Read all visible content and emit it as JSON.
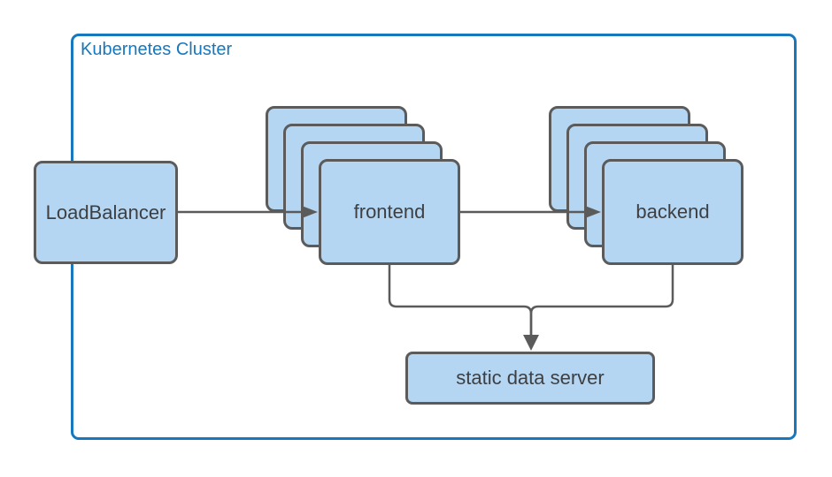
{
  "cluster": {
    "label": "Kubernetes Cluster"
  },
  "nodes": {
    "loadbalancer": {
      "label": "LoadBalancer"
    },
    "frontend": {
      "label": "frontend",
      "stack_count": 4
    },
    "backend": {
      "label": "backend",
      "stack_count": 4
    },
    "static_server": {
      "label": "static data server"
    }
  },
  "edges": [
    {
      "from": "loadbalancer",
      "to": "frontend",
      "arrow": true
    },
    {
      "from": "frontend",
      "to": "backend",
      "arrow": true
    },
    {
      "from": "frontend",
      "to": "static_server",
      "arrow": true
    },
    {
      "from": "backend",
      "to": "static_server",
      "arrow": true
    }
  ],
  "colors": {
    "cluster_border": "#1778BD",
    "cluster_label": "#1778BD",
    "node_fill": "#B5D6F2",
    "node_border": "#5B5B5B",
    "connector": "#5B5B5B",
    "node_label": "#3D3F42",
    "canvas_bg": "#FFFFFF"
  }
}
